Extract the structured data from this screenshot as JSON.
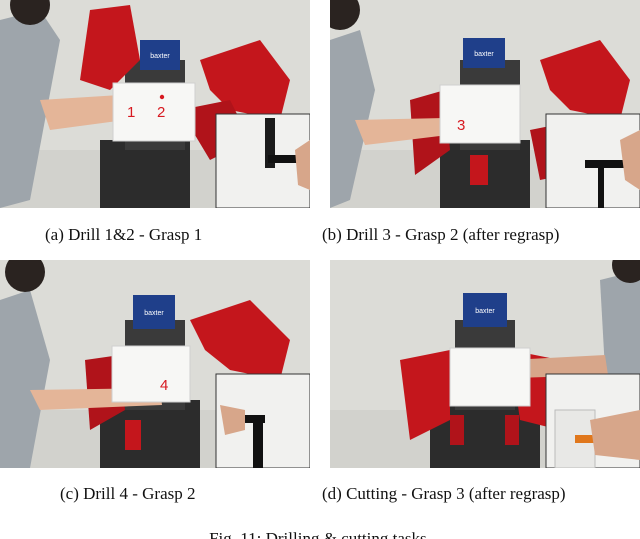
{
  "panels": [
    {
      "id": "a",
      "caption": "(a) Drill 1&2 - Grasp 1",
      "marks": [
        "1",
        "2"
      ]
    },
    {
      "id": "b",
      "caption": "(b) Drill 3 - Grasp 2 (after regrasp)",
      "marks": [
        "3"
      ]
    },
    {
      "id": "c",
      "caption": "(c) Drill 4 - Grasp 2",
      "marks": [
        "4"
      ]
    },
    {
      "id": "d",
      "caption": "(d) Cutting - Grasp 3 (after regrasp)",
      "marks": []
    }
  ],
  "figure_caption": "Fig. 11: Drilling & cutting tasks.",
  "screen_text": "baxter",
  "colors": {
    "robot_red": "#c4161c",
    "wall": "#dfe0dc",
    "mark_red": "#d71920"
  }
}
